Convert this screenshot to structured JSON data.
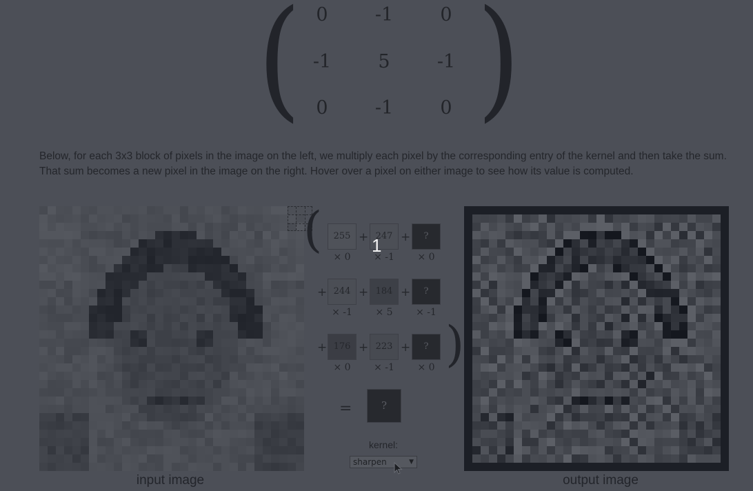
{
  "kernel_matrix": {
    "rows": [
      [
        "0",
        "-1",
        "0"
      ],
      [
        "-1",
        "5",
        "-1"
      ],
      [
        "0",
        "-1",
        "0"
      ]
    ]
  },
  "description": "Below, for each 3x3 block of pixels in the image on the left, we multiply each pixel by the corresponding entry of the kernel and then take the sum. That sum becomes a new pixel in the image on the right. Hover over a pixel on either image to see how its value is computed.",
  "input_caption": "input image",
  "output_caption": "output image",
  "computation": {
    "cells": [
      {
        "value": "255",
        "mult": "× 0",
        "shade": "#4f5259"
      },
      {
        "value": "247",
        "mult": "× -1",
        "shade": "#4c4f56"
      },
      {
        "value": "?",
        "mult": "× 0",
        "shade": "#27292e"
      },
      {
        "value": "244",
        "mult": "× -1",
        "shade": "#4b4e55"
      },
      {
        "value": "184",
        "mult": "× 5",
        "shade": "#3d4047"
      },
      {
        "value": "?",
        "mult": "× -1",
        "shade": "#27292e"
      },
      {
        "value": "176",
        "mult": "× 0",
        "shade": "#3b3d44"
      },
      {
        "value": "223",
        "mult": "× -1",
        "shade": "#474a51"
      },
      {
        "value": "?",
        "mult": "× 0",
        "shade": "#27292e"
      }
    ],
    "equals": "=",
    "result": "?",
    "cursor_label": "1"
  },
  "kernel_control": {
    "label": "kernel:",
    "selected": "sharpen",
    "arrow": "▼"
  },
  "icons": {
    "cursor": "mouse-pointer-icon",
    "dropdown": "chevron-down-icon"
  }
}
